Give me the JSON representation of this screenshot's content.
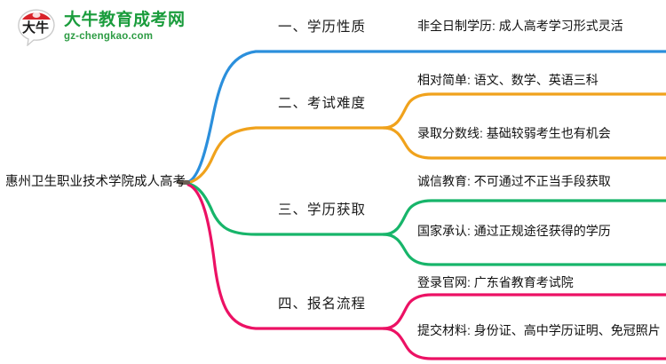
{
  "logo": {
    "mark_text": "大牛",
    "title": "大牛教育成考网",
    "subtitle": "gz-chengkao.com",
    "title_color": "#1a9c3c",
    "mark_accent_color": "#d8232a"
  },
  "mindmap": {
    "root": {
      "label": "惠州卫生职业技术学院成人高考"
    },
    "branches": [
      {
        "index": "1",
        "label": "一、学历性质",
        "color": "#2b8fdc",
        "leaves": [
          {
            "label": "非全日制学历: 成人高考学习形式灵活"
          }
        ]
      },
      {
        "index": "2",
        "label": "二、考试难度",
        "color": "#f0a21c",
        "leaves": [
          {
            "label": "相对简单: 语文、数学、英语三科"
          },
          {
            "label": "录取分数线: 基础较弱考生也有机会"
          }
        ]
      },
      {
        "index": "3",
        "label": "三、学历获取",
        "color": "#17b56a",
        "leaves": [
          {
            "label": "诚信教育: 不可通过不正当手段获取"
          },
          {
            "label": "国家承认: 通过正规途径获得的学历"
          }
        ]
      },
      {
        "index": "4",
        "label": "四、报名流程",
        "color": "#ec1164",
        "leaves": [
          {
            "label": "登录官网: 广东省教育考试院"
          },
          {
            "label": "提交材料: 身份证、高中学历证明、免冠照片"
          }
        ]
      }
    ]
  }
}
